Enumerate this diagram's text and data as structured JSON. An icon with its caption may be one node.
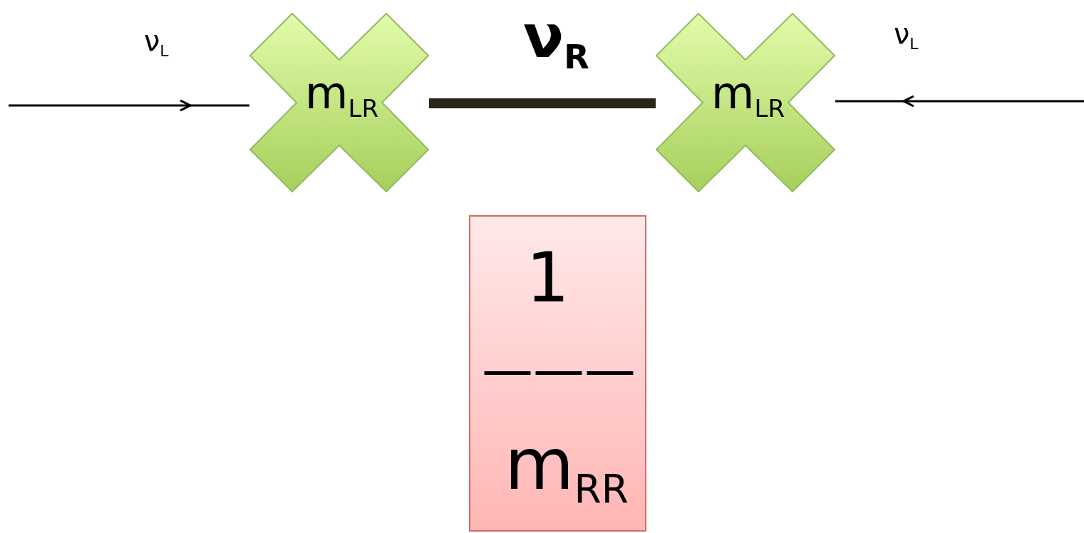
{
  "diagram": {
    "nodes": [
      {
        "text": [
          "m$_{LR}$"
        ]
      },
      {
        "text": [
          "m$_{LR}$"
        ]
      },
      {
        "text": [
          "1",
          "———",
          "m$_{RR}$"
        ]
      }
    ],
    "edges": [
      {
        "from": null,
        "to": 0,
        "arrow": "to",
        "label": "ν$_{L}$"
      },
      {
        "from": 0,
        "to": 1,
        "arrow": "none",
        "label": "ν$_{R}$",
        "style": "thick"
      },
      {
        "from": null,
        "to": 1,
        "arrow": "to",
        "label": "ν$_{L}$"
      }
    ]
  }
}
